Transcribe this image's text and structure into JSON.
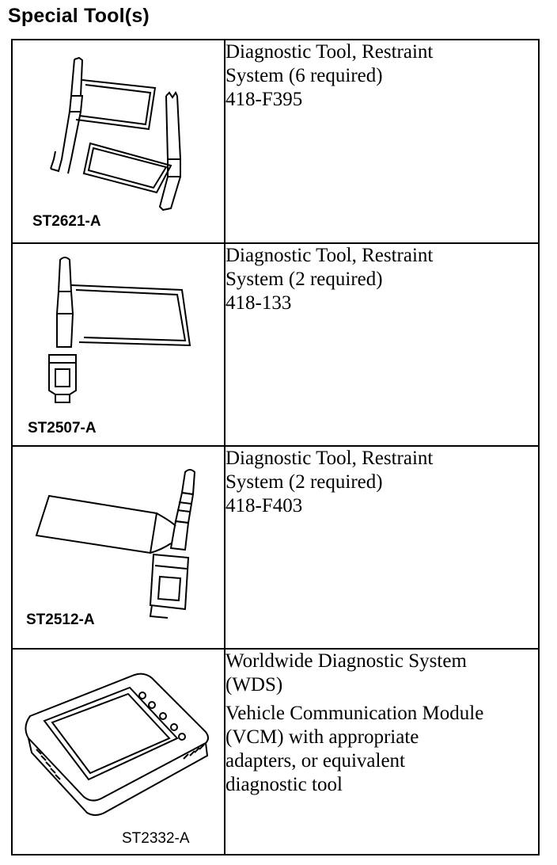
{
  "heading": "Special Tool(s)",
  "tools": [
    {
      "code": "ST2621-A",
      "description": [
        "Diagnostic Tool, Restraint\nSystem (6 required)\n418-F395"
      ]
    },
    {
      "code": "ST2507-A",
      "description": [
        "Diagnostic Tool, Restraint\nSystem (2 required)\n418-133"
      ]
    },
    {
      "code": "ST2512-A",
      "description": [
        "Diagnostic Tool, Restraint\nSystem (2 required)\n418-F403"
      ]
    },
    {
      "code": "ST2332-A",
      "description": [
        "Worldwide Diagnostic System\n(WDS)",
        "Vehicle Communication Module\n(VCM) with appropriate\nadapters, or equivalent\ndiagnostic tool"
      ]
    }
  ]
}
